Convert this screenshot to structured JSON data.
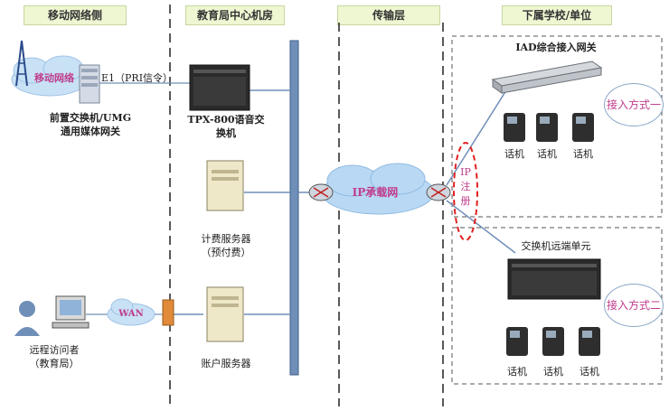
{
  "headers": [
    "移动网络侧",
    "教育局中心机房",
    "传输层",
    "下属学校/单位"
  ],
  "mobile_cloud_label": "移动网络",
  "e1_label": "E1（PRI信令）",
  "umg_label_1": "前置交换机/UMG",
  "umg_label_2": "通用媒体网关",
  "tpx_label_1": "TPX-800语音交",
  "tpx_label_2": "换机",
  "billing_label_1": "计费服务器",
  "billing_label_2": "（预付费）",
  "account_label": "账户服务器",
  "remote_label_1": "远程访问者",
  "remote_label_2": "（教育局）",
  "wan_label": "WAN",
  "ip_net_label": "IP承载网",
  "ip_reg_label": [
    "IP",
    "注",
    "册"
  ],
  "iad_label": "IAD综合接入网关",
  "access_mode_1": "接入方式一",
  "remote_unit_label": "交换机远端单元",
  "access_mode_2": "接入方式二",
  "phone_label": "话机",
  "colors": {
    "header_bg": "#eef6d2",
    "accent_red": "#e02020",
    "cloud": "#b9d8f3",
    "pink": "#c03c8c"
  }
}
